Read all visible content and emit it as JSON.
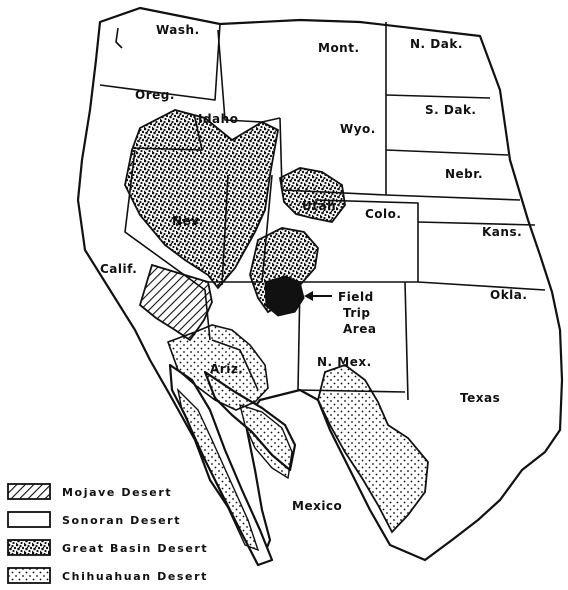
{
  "states": {
    "wash": "Wash.",
    "oreg": "Oreg.",
    "idaho": "Idaho",
    "mont": "Mont.",
    "ndak": "N. Dak.",
    "sdak": "S. Dak.",
    "wyo": "Wyo.",
    "nebr": "Nebr.",
    "nev": "Nev.",
    "utah": "Utah",
    "colo": "Colo.",
    "kans": "Kans.",
    "calif": "Calif.",
    "okla": "Okla.",
    "ariz": "Ariz.",
    "nmex": "N. Mex.",
    "texas": "Texas",
    "mexico": "Mexico"
  },
  "field_trip": {
    "line1": "Field",
    "line2": "Trip",
    "line3": "Area"
  },
  "legend": [
    {
      "key": "mojave",
      "label": "Mojave Desert"
    },
    {
      "key": "sonoran",
      "label": "Sonoran Desert"
    },
    {
      "key": "great_basin",
      "label": "Great Basin Desert"
    },
    {
      "key": "chihuahuan",
      "label": "Chihuahuan Desert"
    }
  ],
  "colors": {
    "ink": "#111111",
    "paper": "#ffffff"
  }
}
